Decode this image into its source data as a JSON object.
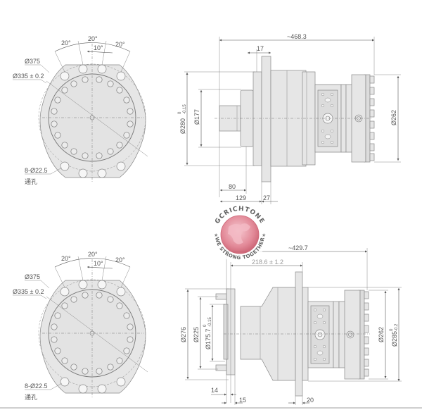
{
  "drawing": {
    "type": "technical-dimension-drawing",
    "subject": "hydraulic travel motor / final drive",
    "top_end_view": {
      "angles": [
        "20°",
        "20°",
        "20°",
        "10°"
      ],
      "outer_dia": "Ø375",
      "pitch_dia": "Ø335 ± 0.2",
      "mount_holes": "8-Ø22.5",
      "hole_note": "通孔"
    },
    "top_side_view": {
      "overall_length": "~468.3",
      "flange_thickness": "17",
      "pilot_dia": "Ø280",
      "pilot_tol_upper": "0",
      "pilot_tol_lower": "-0.15",
      "spigot_dia": "Ø177",
      "motor_dia": "Ø262",
      "shaft_len": "80",
      "to_flange": "129",
      "flange_offset": "27"
    },
    "bottom_end_view": {
      "angles": [
        "20°",
        "20°",
        "20°",
        "10°"
      ],
      "outer_dia": "Ø375",
      "pitch_dia": "Ø335 ± 0.2",
      "mount_holes": "8-Ø22.5",
      "hole_note": "通孔"
    },
    "bottom_side_view": {
      "overall_length": "~429.7",
      "hub_to_flange": "218.6 ± 1.2",
      "hub_outer_dia": "Ø276",
      "bolt_pcd": "Ø225",
      "hub_pilot_dia": "Ø175.7",
      "hub_pilot_tol_upper": "0",
      "hub_pilot_tol_lower": "-0.15",
      "motor_dia": "Ø262",
      "flange_dia": "Ø285",
      "flange_tol_upper": "0",
      "flange_tol_lower": "-0.2",
      "hub_thickness": "14",
      "hub_offset": "15",
      "flange_thickness": "20"
    }
  },
  "watermark": {
    "brand": "GCRICHTONE",
    "slogan": "WE STRONG TOGETHER",
    "color": "#d9707f"
  }
}
